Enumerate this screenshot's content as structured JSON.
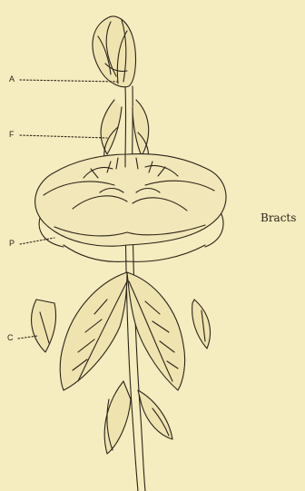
{
  "labels": {
    "a": "A",
    "f": "F",
    "p": "P",
    "c": "C",
    "bracts": "Bracts"
  },
  "colors": {
    "paper": "#f5ecbf",
    "ink": "#2b2418"
  }
}
